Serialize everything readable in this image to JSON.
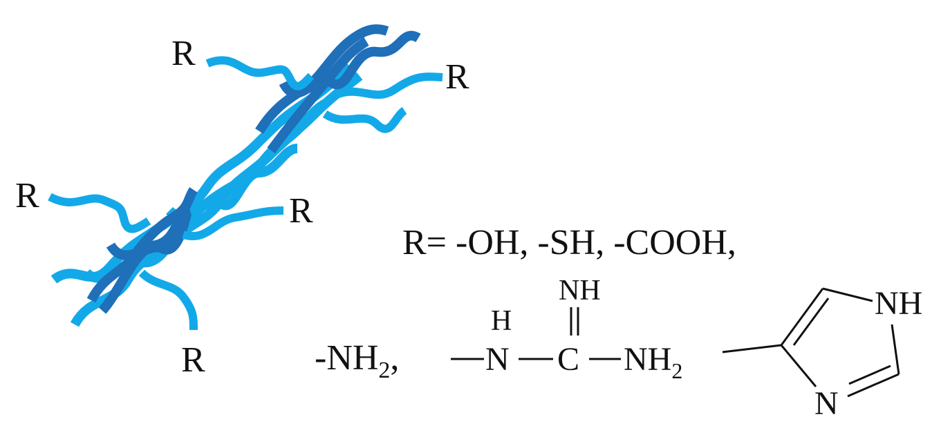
{
  "diagram": {
    "colors": {
      "dark_strand": "#1f6fb9",
      "light_strand": "#13a9e8",
      "text": "#111111"
    },
    "labels": {
      "r_top_left": "R",
      "r_top_right": "R",
      "r_mid_left": "R",
      "r_mid_right": "R",
      "r_bottom": "R"
    },
    "definition": {
      "line1": "R= -OH, -SH, -COOH,",
      "nh2_prefix": "-NH",
      "nh2_sub": "2",
      "nh2_comma": ",",
      "guanidine": {
        "h": "H",
        "n": "N",
        "c": "C",
        "nh": "NH",
        "nh2": "NH",
        "nh2_sub": "2"
      },
      "imidazole": {
        "nh": "NH",
        "n": "N"
      }
    }
  }
}
